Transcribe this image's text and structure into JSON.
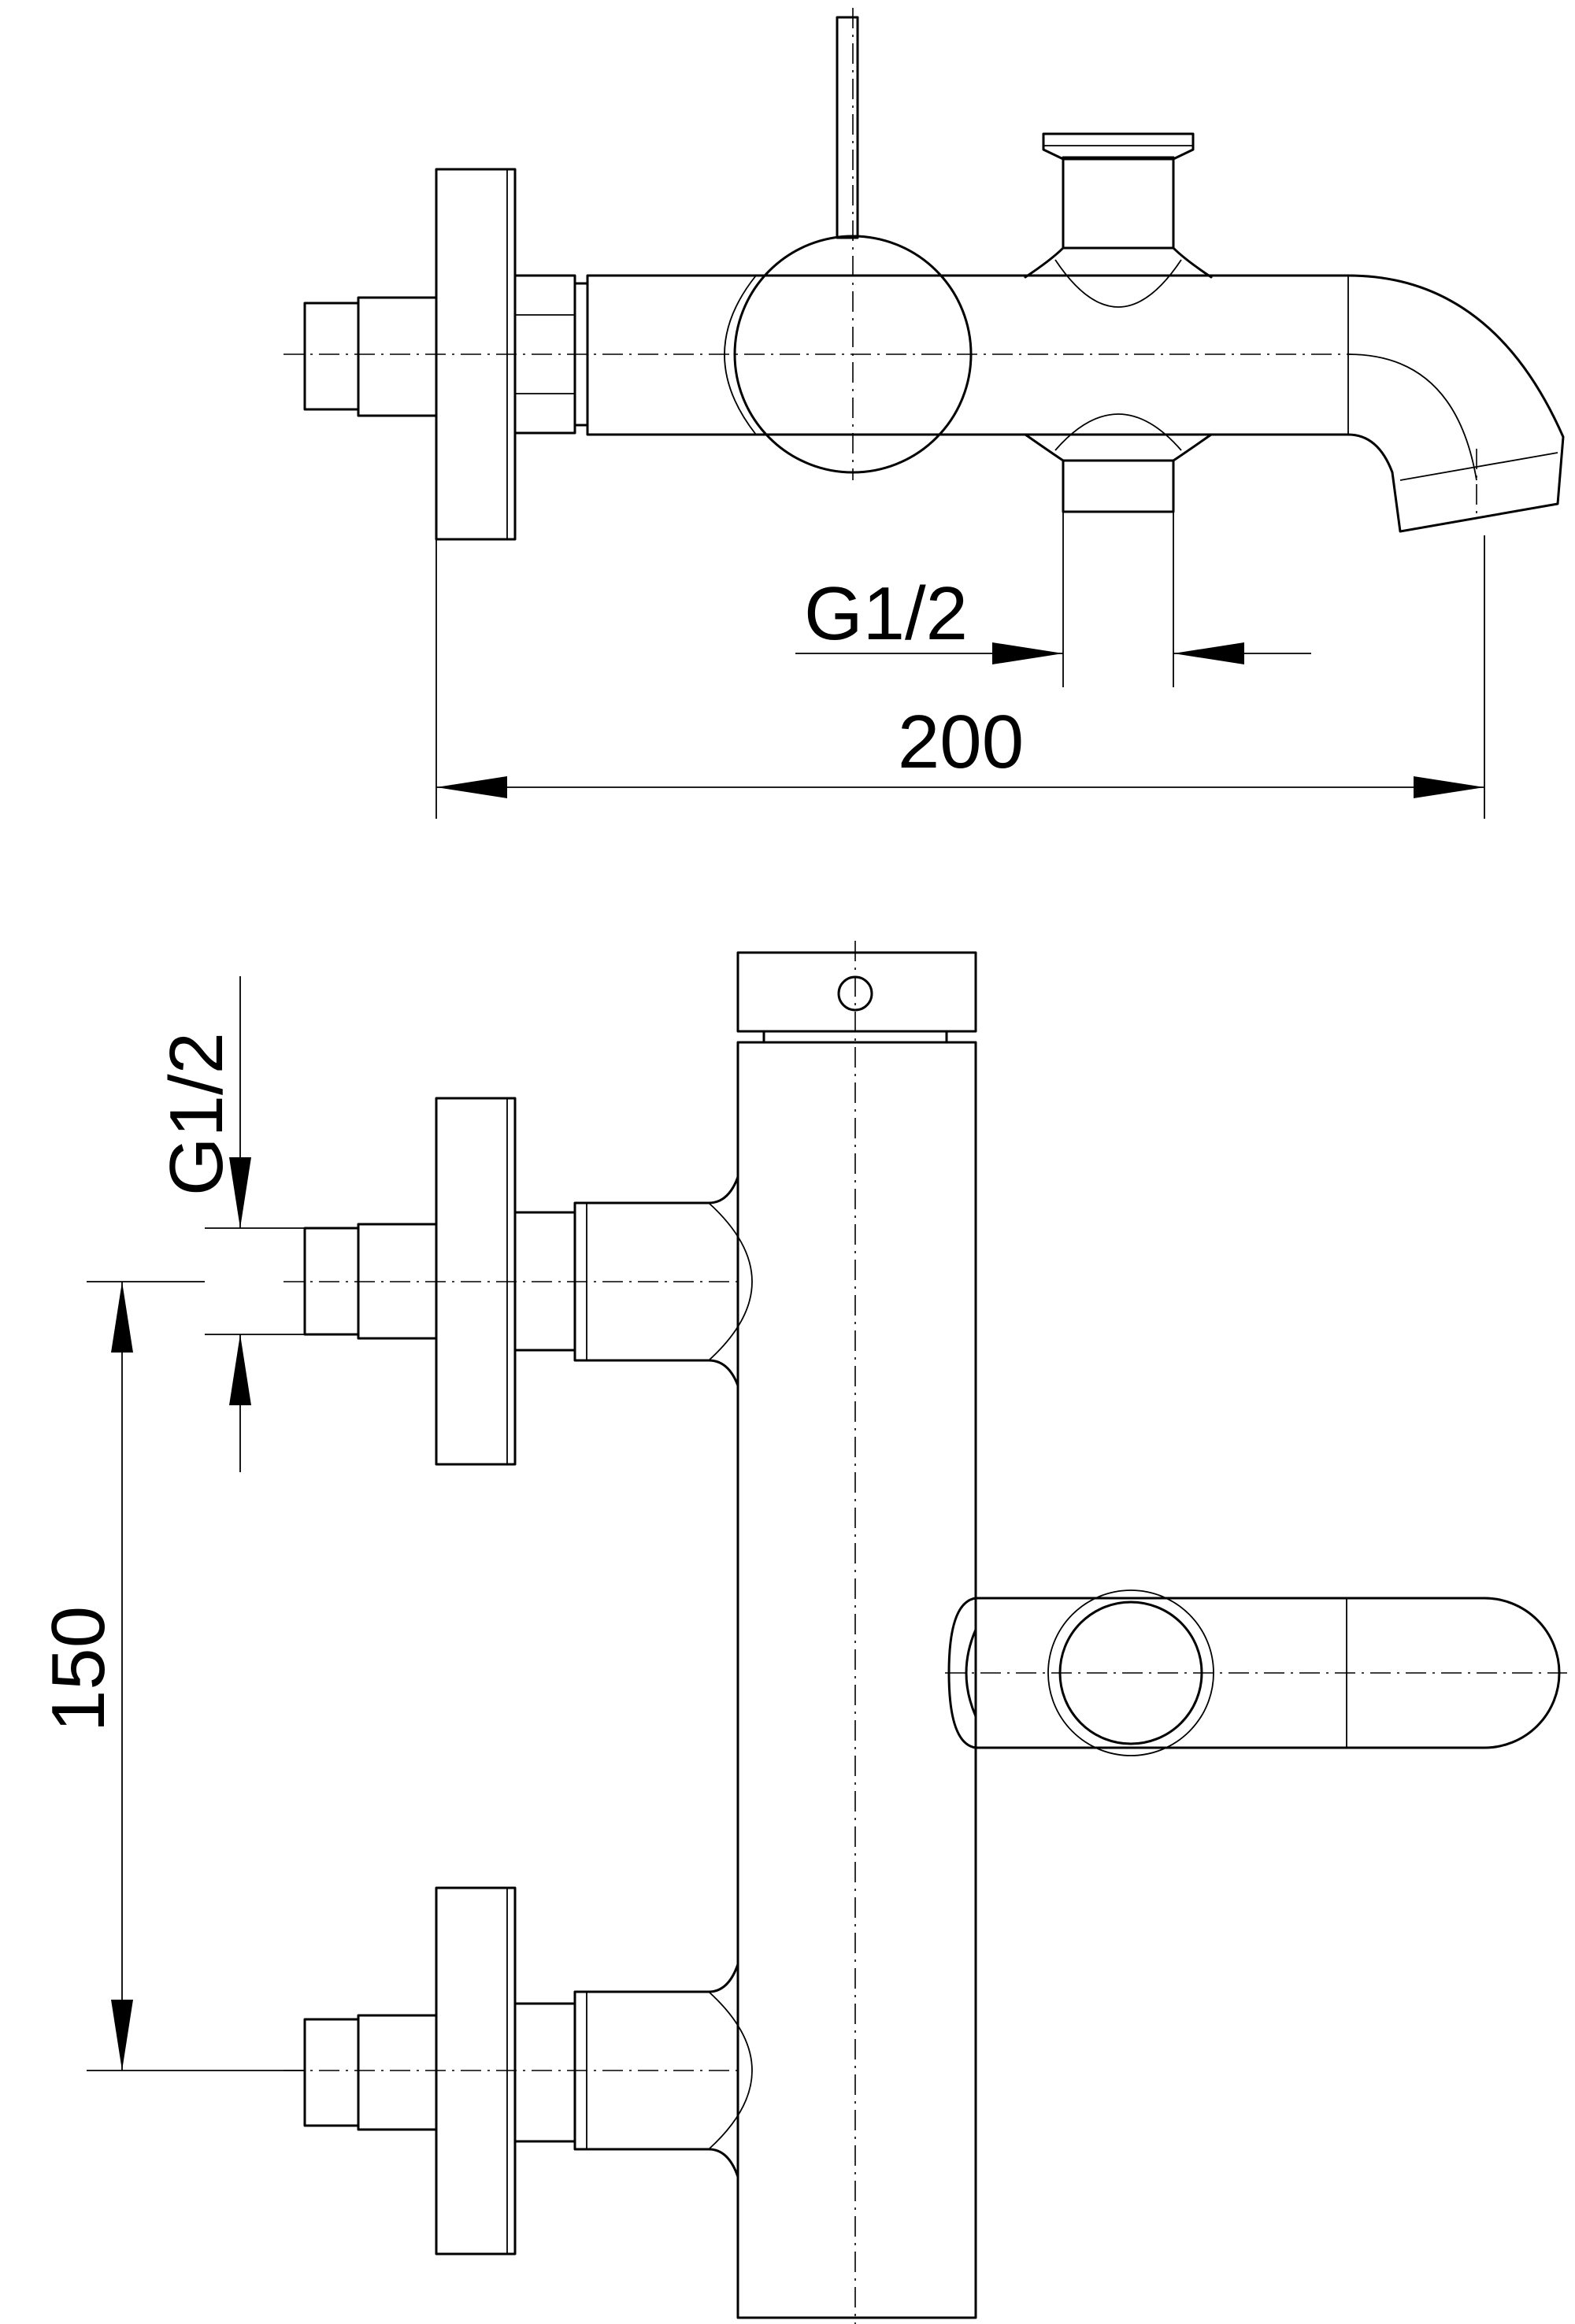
{
  "dimensions": {
    "top_thread": "G1/2",
    "top_width": "200",
    "side_thread": "G1/2",
    "side_spacing": "150"
  }
}
